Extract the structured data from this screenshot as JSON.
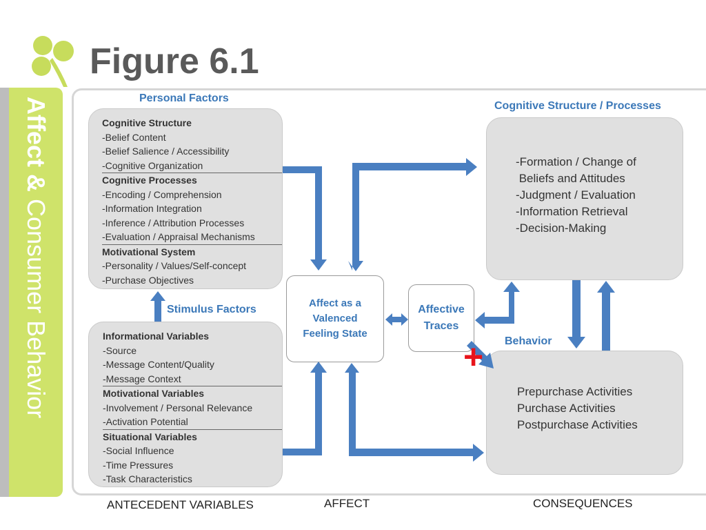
{
  "title": "Figure 6.1",
  "sidebar": {
    "bold": "Affect &",
    "rest": " Consumer Behavior"
  },
  "headings": {
    "personal_factors": "Personal Factors",
    "stimulus_factors": "Stimulus Factors",
    "cognitive_structure": "Cognitive Structure / Processes",
    "behavior": "Behavior"
  },
  "personal_box": [
    {
      "text": "Cognitive Structure",
      "bold": true
    },
    {
      "text": "-Belief Content"
    },
    {
      "text": "-Belief Salience / Accessibility"
    },
    {
      "text": "-Cognitive Organization",
      "underline": true
    },
    {
      "text": "Cognitive Processes",
      "bold": true
    },
    {
      "text": "-Encoding / Comprehension"
    },
    {
      "text": "-Information Integration"
    },
    {
      "text": "-Inference / Attribution Processes"
    },
    {
      "text": "-Evaluation / Appraisal Mechanisms",
      "underline": true
    },
    {
      "text": "Motivational System",
      "bold": true
    },
    {
      "text": "-Personality / Values/Self-concept"
    },
    {
      "text": "-Purchase Objectives"
    }
  ],
  "stimulus_box": [
    {
      "text": "Informational Variables",
      "bold": true
    },
    {
      "text": "-Source"
    },
    {
      "text": "-Message Content/Quality"
    },
    {
      "text": "-Message Context",
      "underline": true
    },
    {
      "text": "Motivational Variables",
      "bold": true
    },
    {
      "text": "-Involvement / Personal Relevance"
    },
    {
      "text": "-Activation Potential",
      "underline": true
    },
    {
      "text": "Situational Variables",
      "bold": true
    },
    {
      "text": "-Social Influence"
    },
    {
      "text": "-Time Pressures"
    },
    {
      "text": "-Task Characteristics"
    }
  ],
  "cognitive_box": [
    "-Formation / Change of",
    " Beliefs and Attitudes",
    "-Judgment / Evaluation",
    "-Information Retrieval",
    "-Decision-Making"
  ],
  "behavior_box": [
    "Prepurchase Activities",
    "Purchase Activities",
    "Postpurchase Activities"
  ],
  "affect_box": {
    "lines": [
      "Affect as a",
      "Valenced",
      "Feeling State"
    ]
  },
  "traces_box": {
    "lines": [
      "Affective",
      "Traces"
    ]
  },
  "plus_sign": "+",
  "footer": {
    "antecedent": "ANTECEDENT VARIABLES",
    "affect": "AFFECT",
    "consequences": "CONSEQUENCES"
  },
  "colors": {
    "arrow": "#4a7fc1",
    "accent_green": "#cfe36a",
    "heading_blue": "#3b78b8",
    "plus_red": "#e8141b"
  }
}
